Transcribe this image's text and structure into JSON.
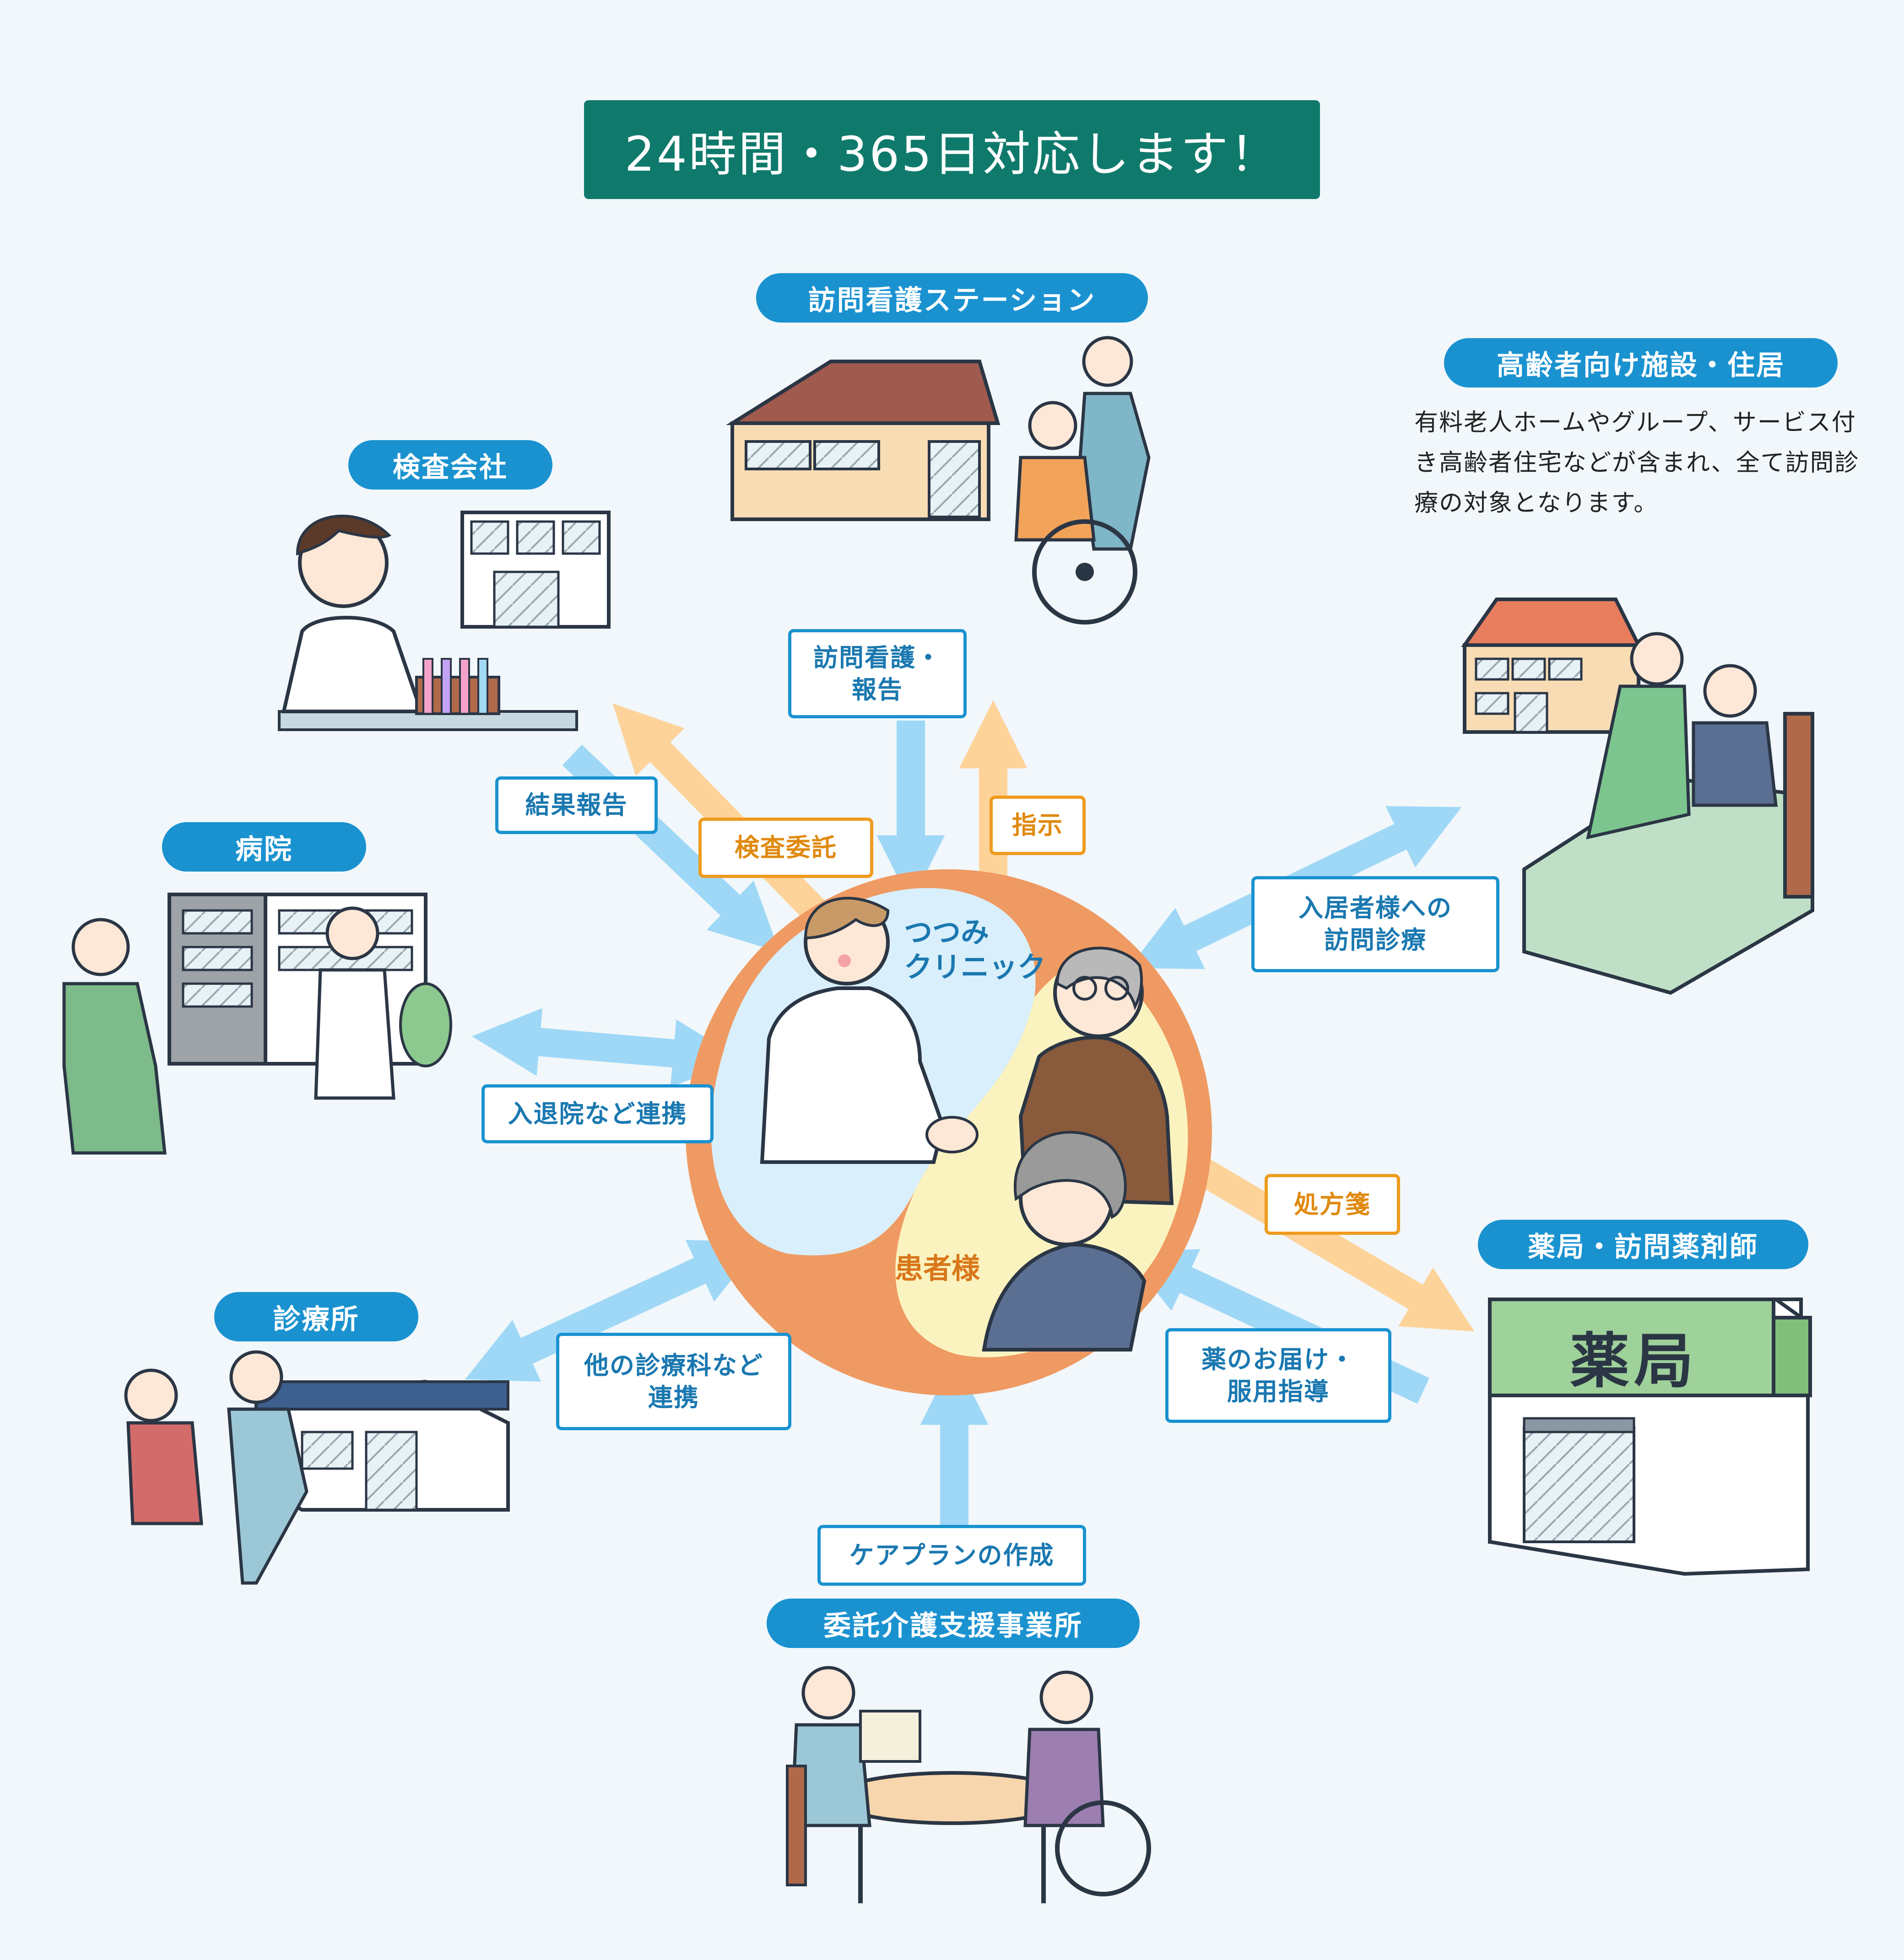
{
  "banner": "24時間・365日対応します！",
  "center": {
    "clinic_label": "つつみ\nクリニック",
    "patient_label": "患者様"
  },
  "nodes": {
    "nursing_station": "訪問看護ステーション",
    "elderly_facility": "高齢者向け施設・住居",
    "elderly_facility_desc": "有料老人ホームやグループ、サービス付き高齢者住宅などが含まれ、全て訪問診療の対象となります。",
    "lab_company": "検査会社",
    "hospital": "病院",
    "clinic": "診療所",
    "pharmacy": "薬局・訪問薬剤師",
    "pharmacy_sign": "薬局",
    "care_office": "委託介護支援事業所"
  },
  "links": {
    "nursing_report": "訪問看護・\n報告",
    "instruction": "指示",
    "result_report": "結果報告",
    "lab_request": "検査委託",
    "home_visit": "入居者様への\n訪問診療",
    "hospital_link": "入退院など連携",
    "prescription": "処方箋",
    "drug_delivery": "薬のお届け・\n服用指導",
    "other_dept": "他の診療科など\n連携",
    "care_plan": "ケアプランの作成"
  },
  "colors": {
    "banner": "#0f7a6c",
    "pill": "#1a92d0",
    "blue_arrow": "#9fd8f7",
    "orange_arrow": "#fdd39a",
    "circle_orange": "#ef9a62",
    "clinic_area": "#d9effb",
    "patient_area": "#fbf3bf"
  }
}
